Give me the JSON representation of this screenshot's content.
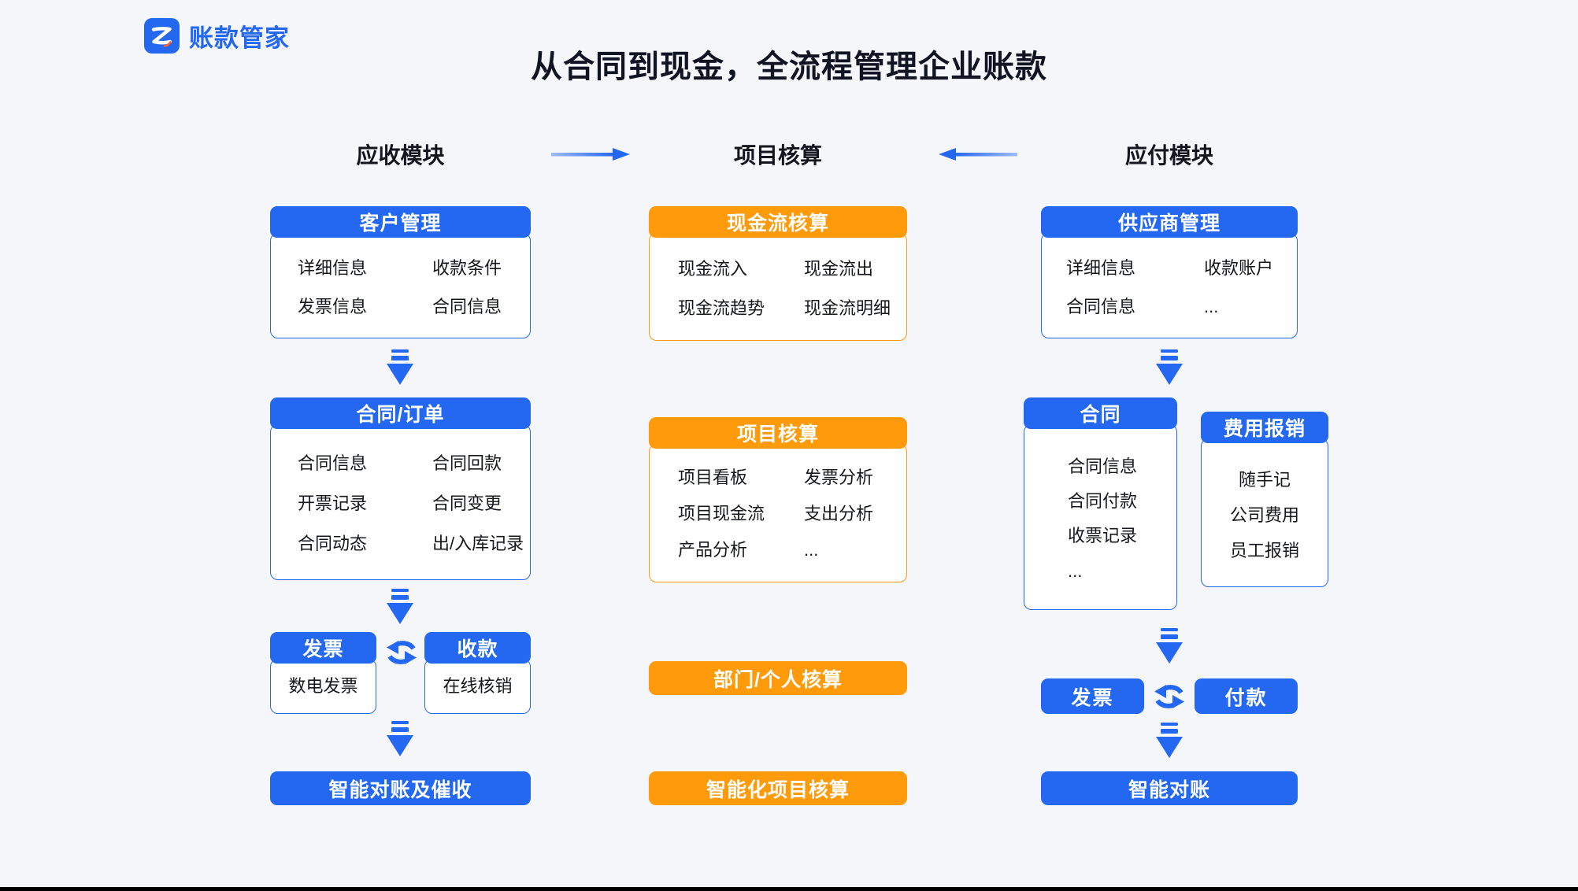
{
  "colors": {
    "blue": "#2468F2",
    "orange": "#FF9A0A",
    "background": "#F5F6FA",
    "title_text": "#101423"
  },
  "logo": {
    "text": "账款管家",
    "icon": "z-logo"
  },
  "title": "从合同到现金，全流程管理企业账款",
  "column_headers": {
    "receivable": "应收模块",
    "project": "项目核算",
    "payable": "应付模块"
  },
  "receivable": {
    "customer": {
      "title": "客户管理",
      "items": [
        "详细信息",
        "收款条件",
        "发票信息",
        "合同信息"
      ]
    },
    "contract": {
      "title": "合同/订单",
      "items": [
        "合同信息",
        "合同回款",
        "开票记录",
        "合同变更",
        "合同动态",
        "出/入库记录"
      ]
    },
    "invoice": {
      "title": "发票",
      "detail": "数电发票"
    },
    "collection": {
      "title": "收款",
      "detail": "在线核销"
    },
    "final": "智能对账及催收"
  },
  "project": {
    "cashflow": {
      "title": "现金流核算",
      "items": [
        "现金流入",
        "现金流出",
        "现金流趋势",
        "现金流明细"
      ]
    },
    "accounting": {
      "title": "项目核算",
      "items": [
        "项目看板",
        "发票分析",
        "项目现金流",
        "支出分析",
        "产品分析",
        "..."
      ]
    },
    "department": "部门/个人核算",
    "final": "智能化项目核算"
  },
  "payable": {
    "supplier": {
      "title": "供应商管理",
      "items": [
        "详细信息",
        "收款账户",
        "合同信息",
        "..."
      ]
    },
    "contract": {
      "title": "合同",
      "items": [
        "合同信息",
        "合同付款",
        "收票记录",
        "..."
      ]
    },
    "expense": {
      "title": "费用报销",
      "items": [
        "随手记",
        "公司费用",
        "员工报销"
      ]
    },
    "invoice": "发票",
    "payment": "付款",
    "final": "智能对账"
  }
}
